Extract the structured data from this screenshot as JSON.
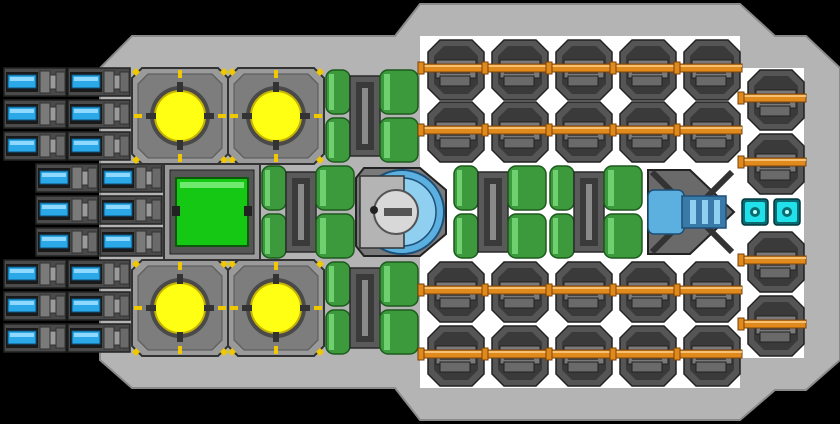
{
  "scene": {
    "background": "#000000",
    "hull_color": "#b4b4b4",
    "deck_color": "#ffffff"
  },
  "parts": {
    "thruster_glow": "#2aa8e8",
    "reactor_core": "#ffff14",
    "command_panel": "#14c814",
    "tank_color": "#3c9a3c",
    "gun_barrel": "#e08a1e",
    "turret_base": "#555555",
    "cockpit_glass": "#5bb0e0",
    "shield_glow": "#22e0ea",
    "warning_yellow": "#f0c800"
  },
  "components": [
    {
      "name": "thruster-bank-top",
      "icon": "thruster-icon",
      "count": 6
    },
    {
      "name": "thruster-bank-mid",
      "icon": "thruster-icon",
      "count": 6
    },
    {
      "name": "thruster-bank-bottom",
      "icon": "thruster-icon",
      "count": 6
    },
    {
      "name": "reactor-top-left",
      "icon": "reactor-icon"
    },
    {
      "name": "reactor-top-right",
      "icon": "reactor-icon"
    },
    {
      "name": "reactor-bottom-left",
      "icon": "reactor-icon"
    },
    {
      "name": "reactor-bottom-right",
      "icon": "reactor-icon"
    },
    {
      "name": "command-module",
      "icon": "command-icon"
    },
    {
      "name": "cockpit",
      "icon": "cockpit-icon"
    },
    {
      "name": "laser-turret-array-top",
      "icon": "turret-icon",
      "count": 10
    },
    {
      "name": "laser-turret-array-bottom",
      "icon": "turret-icon",
      "count": 10
    },
    {
      "name": "laser-turret-column-front",
      "icon": "turret-icon",
      "count": 4
    },
    {
      "name": "nose-cannon",
      "icon": "cannon-icon"
    },
    {
      "name": "shield-emitter-left",
      "icon": "shield-icon"
    },
    {
      "name": "shield-emitter-right",
      "icon": "shield-icon"
    }
  ]
}
